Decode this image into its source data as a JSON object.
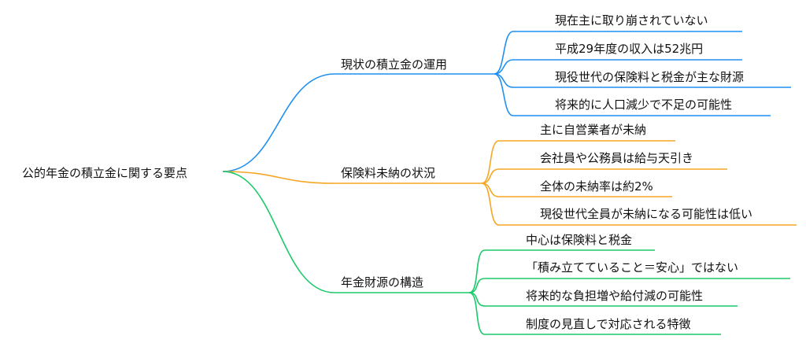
{
  "root": {
    "label": "公的年金の積立金に関する要点"
  },
  "colors": {
    "blue": "#1f8ff0",
    "orange": "#f5a623",
    "green": "#1cc96a"
  },
  "branches": [
    {
      "label": "現状の積立金の運用",
      "color": "blue",
      "children": [
        "現在主に取り崩されていない",
        "平成29年度の収入は52兆円",
        "現役世代の保険料と税金が主な財源",
        "将来的に人口減少で不足の可能性"
      ]
    },
    {
      "label": "保険料未納の状況",
      "color": "orange",
      "children": [
        "主に自営業者が未納",
        "会社員や公務員は給与天引き",
        "全体の未納率は約2%",
        "現役世代全員が未納になる可能性は低い"
      ]
    },
    {
      "label": "年金財源の構造",
      "color": "green",
      "children": [
        "中心は保険料と税金",
        "「積み立てていること＝安心」ではない",
        "将来的な負担増や給付減の可能性",
        "制度の見直しで対応される特徴"
      ]
    }
  ]
}
